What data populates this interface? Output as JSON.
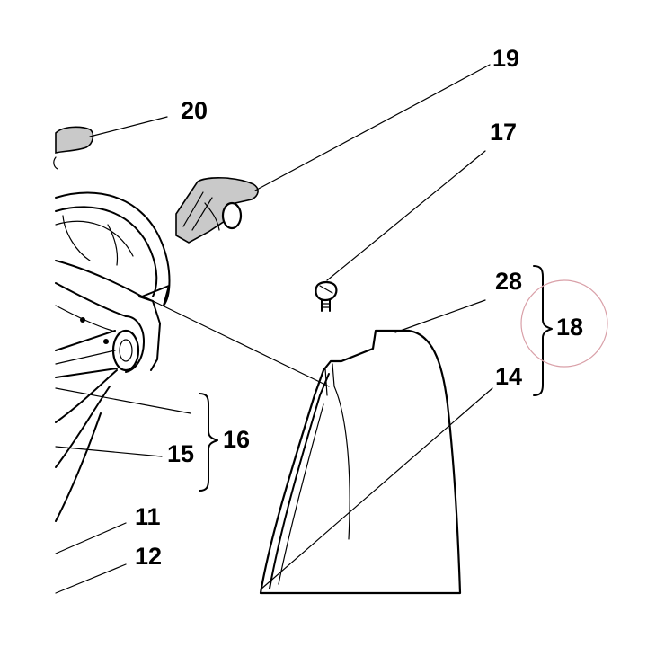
{
  "callouts": {
    "c20": "20",
    "c19": "19",
    "c17": "17",
    "c28": "28",
    "c18": "18",
    "c14": "14",
    "c16": "16",
    "c15": "15",
    "c11": "11",
    "c12": "12"
  },
  "colors": {
    "ink": "#000000",
    "highlight_circle": "#d9a0a8",
    "part_shading": "#c9c9c9"
  }
}
